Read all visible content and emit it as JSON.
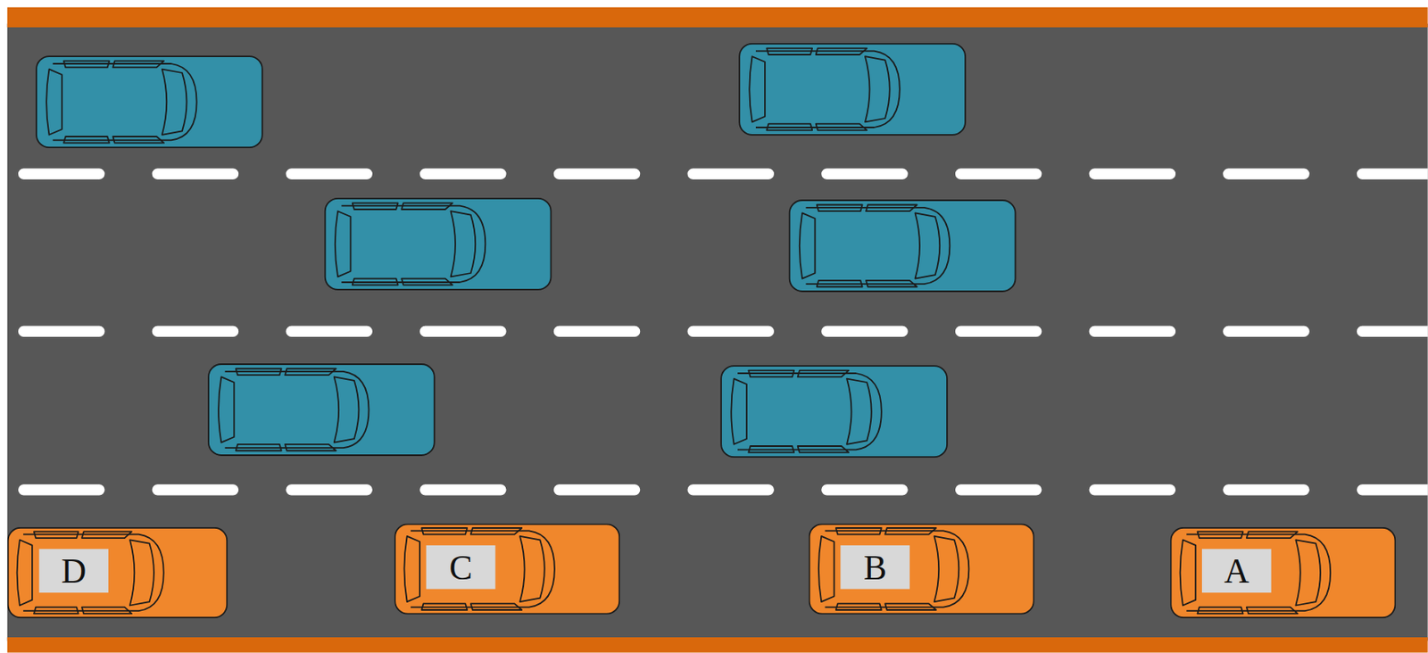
{
  "diagram": {
    "nodes": [
      {
        "text": [
          "D"
        ]
      },
      {
        "text": [
          "C"
        ]
      },
      {
        "text": [
          "B"
        ]
      },
      {
        "text": [
          "A"
        ]
      }
    ]
  }
}
